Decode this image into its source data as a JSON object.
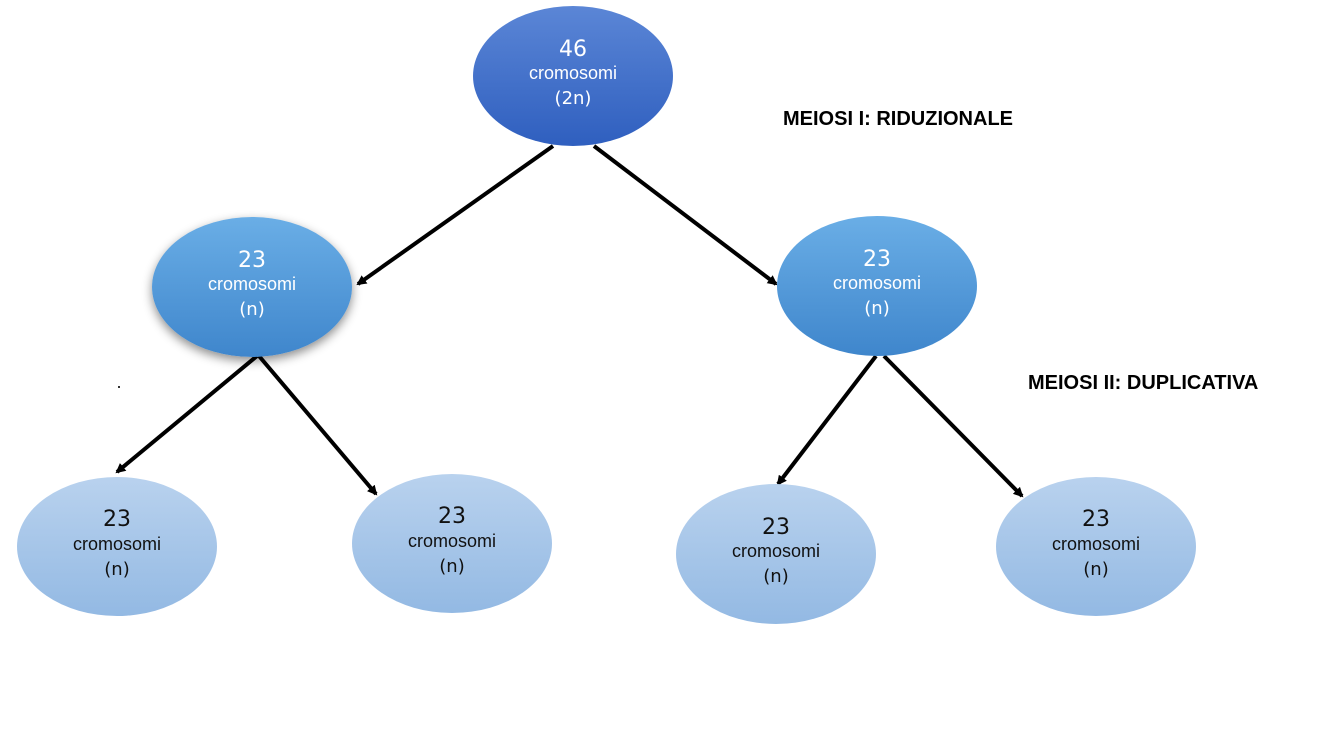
{
  "phases": {
    "meiosis1": "MEIOSI I: RIDUZIONALE",
    "meiosis2": "MEIOSI II: DUPLICATIVA"
  },
  "cells": {
    "root": {
      "count": "46",
      "word": "cromosomi",
      "ploidy": "(2n)"
    },
    "left": {
      "count": "23",
      "word": "cromosomi",
      "ploidy": "(n)"
    },
    "right": {
      "count": "23",
      "word": "cromosomi",
      "ploidy": "(n)"
    },
    "leaf_1": {
      "count": "23",
      "word": "cromosomi",
      "ploidy": "(n)"
    },
    "leaf_2": {
      "count": "23",
      "word": "cromosomi",
      "ploidy": "(n)"
    },
    "leaf_3": {
      "count": "23",
      "word": "cromosomi",
      "ploidy": "(n)"
    },
    "leaf_4": {
      "count": "23",
      "word": "cromosomi",
      "ploidy": "(n)"
    }
  },
  "colors": {
    "top_cell": "#3a6cc9",
    "mid_cell": "#4a90d4",
    "low_cell": "#a6c5ea",
    "arrow": "#000000"
  }
}
